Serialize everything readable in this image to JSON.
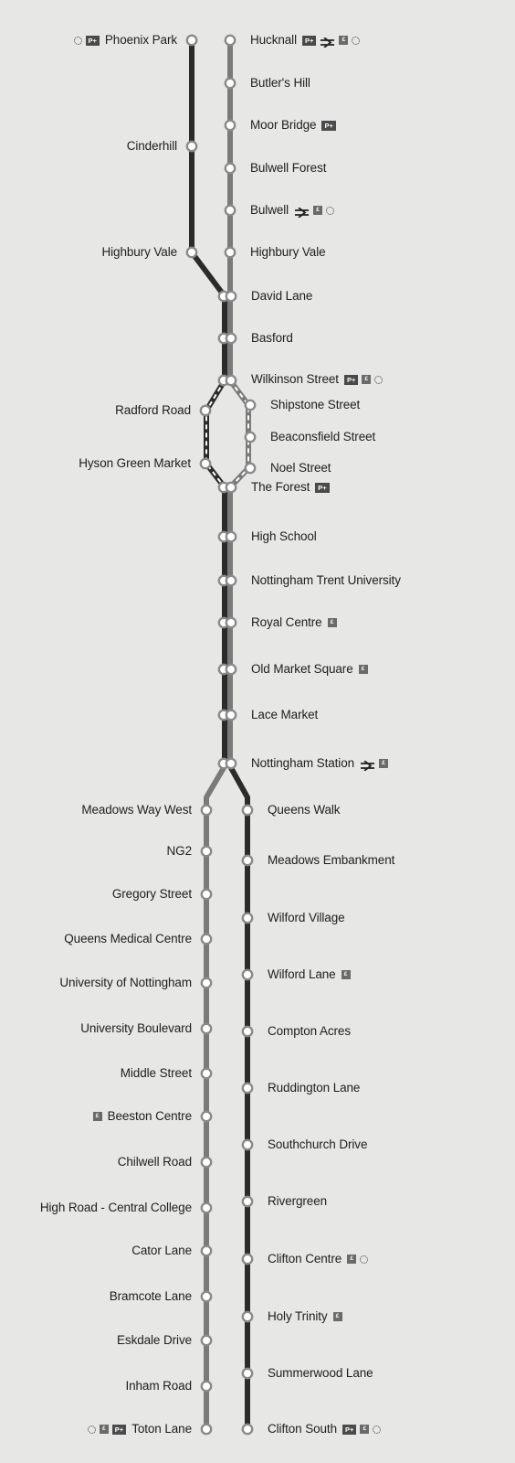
{
  "colors": {
    "line_dark": "#2b2b2b",
    "line_grey": "#7a7a7a",
    "stop_fill": "#ffffff",
    "stop_stroke": "#8a8a8a"
  },
  "icon_types": {
    "pr": "park-and-ride-icon",
    "tk": "ticket-machine-icon",
    "rail": "national-rail-icon",
    "dot": "bus-interchange-icon"
  },
  "park_and_ride_text": "P+",
  "ticket_text": "£",
  "stations": [
    {
      "id": "phoenix-park",
      "name": "Phoenix Park",
      "icons_before": [
        "dot",
        "pr"
      ]
    },
    {
      "id": "cinderhill",
      "name": "Cinderhill"
    },
    {
      "id": "highbury-vale-l",
      "name": "Highbury Vale"
    },
    {
      "id": "hucknall",
      "name": "Hucknall",
      "icons_after": [
        "pr",
        "rail",
        "tk",
        "dot"
      ]
    },
    {
      "id": "butlers-hill",
      "name": "Butler's Hill"
    },
    {
      "id": "moor-bridge",
      "name": "Moor Bridge",
      "icons_after": [
        "pr"
      ]
    },
    {
      "id": "bulwell-forest",
      "name": "Bulwell Forest"
    },
    {
      "id": "bulwell",
      "name": "Bulwell",
      "icons_after": [
        "rail",
        "tk",
        "dot"
      ]
    },
    {
      "id": "highbury-vale-r",
      "name": "Highbury Vale"
    },
    {
      "id": "david-lane",
      "name": "David Lane"
    },
    {
      "id": "basford",
      "name": "Basford"
    },
    {
      "id": "wilkinson-street",
      "name": "Wilkinson Street",
      "icons_after": [
        "pr",
        "tk",
        "dot"
      ]
    },
    {
      "id": "radford-road",
      "name": "Radford Road"
    },
    {
      "id": "hyson-green-market",
      "name": "Hyson Green Market"
    },
    {
      "id": "shipstone-street",
      "name": "Shipstone Street"
    },
    {
      "id": "beaconsfield-street",
      "name": "Beaconsfield Street"
    },
    {
      "id": "noel-street",
      "name": "Noel Street"
    },
    {
      "id": "the-forest",
      "name": "The Forest",
      "icons_after": [
        "pr"
      ]
    },
    {
      "id": "high-school",
      "name": "High School"
    },
    {
      "id": "ntu",
      "name": "Nottingham Trent University"
    },
    {
      "id": "royal-centre",
      "name": "Royal Centre",
      "icons_after": [
        "tk"
      ]
    },
    {
      "id": "old-market-square",
      "name": "Old Market Square",
      "icons_after": [
        "tk"
      ]
    },
    {
      "id": "lace-market",
      "name": "Lace Market"
    },
    {
      "id": "nottingham-station",
      "name": "Nottingham Station",
      "icons_after": [
        "rail",
        "tk"
      ]
    },
    {
      "id": "meadows-way-west",
      "name": "Meadows Way West"
    },
    {
      "id": "ng2",
      "name": "NG2"
    },
    {
      "id": "gregory-street",
      "name": "Gregory Street"
    },
    {
      "id": "queens-medical-centre",
      "name": "Queens Medical Centre"
    },
    {
      "id": "university-of-nottingham",
      "name": "University of Nottingham"
    },
    {
      "id": "university-boulevard",
      "name": "University Boulevard"
    },
    {
      "id": "middle-street",
      "name": "Middle Street"
    },
    {
      "id": "beeston-centre",
      "name": "Beeston Centre",
      "icons_before": [
        "tk"
      ]
    },
    {
      "id": "chilwell-road",
      "name": "Chilwell Road"
    },
    {
      "id": "high-road",
      "name": "High Road - Central College"
    },
    {
      "id": "cator-lane",
      "name": "Cator Lane"
    },
    {
      "id": "bramcote-lane",
      "name": "Bramcote Lane"
    },
    {
      "id": "eskdale-drive",
      "name": "Eskdale Drive"
    },
    {
      "id": "inham-road",
      "name": "Inham Road"
    },
    {
      "id": "toton-lane",
      "name": "Toton Lane",
      "icons_before": [
        "dot",
        "tk",
        "pr"
      ]
    },
    {
      "id": "queens-walk",
      "name": "Queens Walk"
    },
    {
      "id": "meadows-embankment",
      "name": "Meadows Embankment"
    },
    {
      "id": "wilford-village",
      "name": "Wilford Village"
    },
    {
      "id": "wilford-lane",
      "name": "Wilford Lane",
      "icons_after": [
        "tk"
      ]
    },
    {
      "id": "compton-acres",
      "name": "Compton Acres"
    },
    {
      "id": "ruddington-lane",
      "name": "Ruddington Lane"
    },
    {
      "id": "southchurch-drive",
      "name": "Southchurch Drive"
    },
    {
      "id": "rivergreen",
      "name": "Rivergreen"
    },
    {
      "id": "clifton-centre",
      "name": "Clifton Centre",
      "icons_after": [
        "tk",
        "dot"
      ]
    },
    {
      "id": "holy-trinity",
      "name": "Holy Trinity",
      "icons_after": [
        "tk"
      ]
    },
    {
      "id": "summerwood-lane",
      "name": "Summerwood Lane"
    },
    {
      "id": "clifton-south",
      "name": "Clifton South",
      "icons_after": [
        "pr",
        "tk",
        "dot"
      ]
    }
  ]
}
